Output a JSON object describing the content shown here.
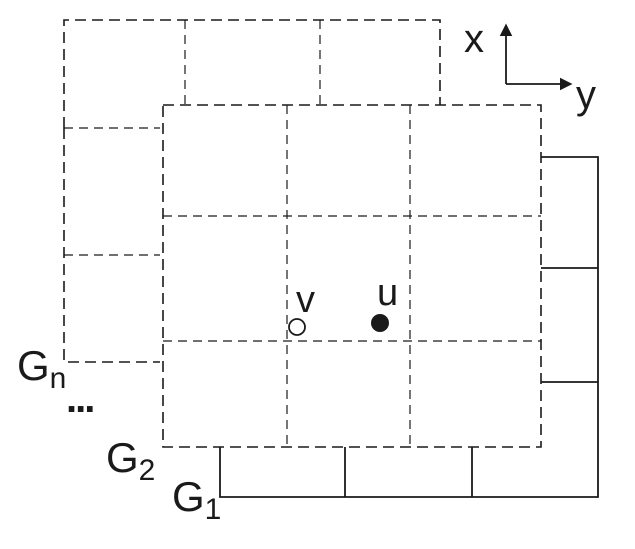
{
  "labels": {
    "axis_x": "x",
    "axis_y": "y",
    "point_u": "u",
    "point_v": "v",
    "grid_n_base": "G",
    "grid_n_sub": "n",
    "grid_2_base": "G",
    "grid_2_sub": "2",
    "grid_1_base": "G",
    "grid_1_sub": "1",
    "ellipsis": "..."
  },
  "colors": {
    "ink": "#1a1a1a",
    "point_u_fill": "#1a1a1a",
    "point_v_fill": "#ffffff"
  }
}
